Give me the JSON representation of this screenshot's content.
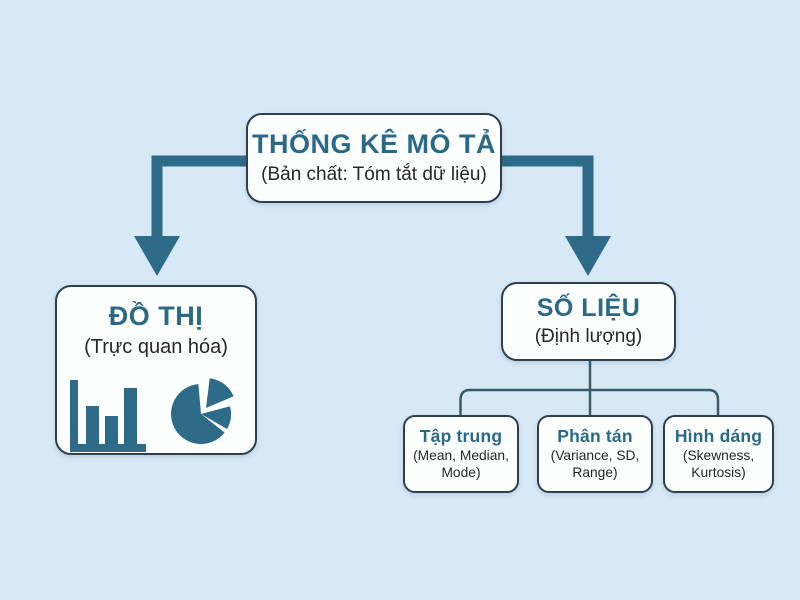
{
  "colors": {
    "background": "#d7e9f6",
    "accent_teal": "#2e6b88",
    "heading_text": "#2a6a87",
    "body_text": "#272727",
    "box_border": "#2e4050",
    "box_fill": "#fdfefe",
    "connector": "#3b5a6a"
  },
  "diagram": {
    "root": {
      "title": "THỐNG KÊ MÔ TẢ",
      "subtitle": "(Bản chất: Tóm tắt dữ liệu)"
    },
    "graph_branch": {
      "title": "ĐỒ THỊ",
      "subtitle": "(Trực quan hóa)",
      "icons": [
        "bar-chart-icon",
        "pie-chart-icon"
      ]
    },
    "data_branch": {
      "title": "SỐ LIỆU",
      "subtitle": "(Định lượng)"
    },
    "leaves": [
      {
        "title": "Tập trung",
        "subtitle": "(Mean, Median, Mode)"
      },
      {
        "title": "Phân tán",
        "subtitle": "(Variance, SD, Range)"
      },
      {
        "title": "Hình dáng",
        "subtitle": "(Skewness, Kurtosis)"
      }
    ]
  }
}
